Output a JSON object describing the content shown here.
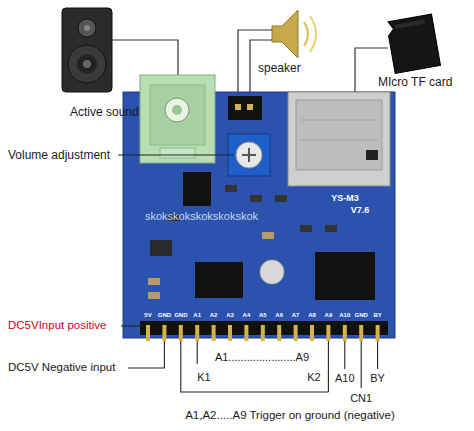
{
  "diagram": {
    "labels": [
      "Active sound",
      "speaker",
      "MIcro TF card",
      "Volume adjustment",
      "YS-M3",
      "V7.6",
      "skokskokskokskokskok",
      "5V",
      "GND",
      "GND",
      "A1",
      "A2",
      "A3",
      "A4",
      "A5",
      "A6",
      "A7",
      "A8",
      "A9",
      "A10",
      "GND",
      "BY",
      "DC5VInput positive",
      "DC5V Negative input",
      "A1......................A9",
      "K1",
      "K2",
      "A10",
      "CN1",
      "BY",
      "A1,A2.....A9 Trigger on ground (negative)"
    ]
  }
}
